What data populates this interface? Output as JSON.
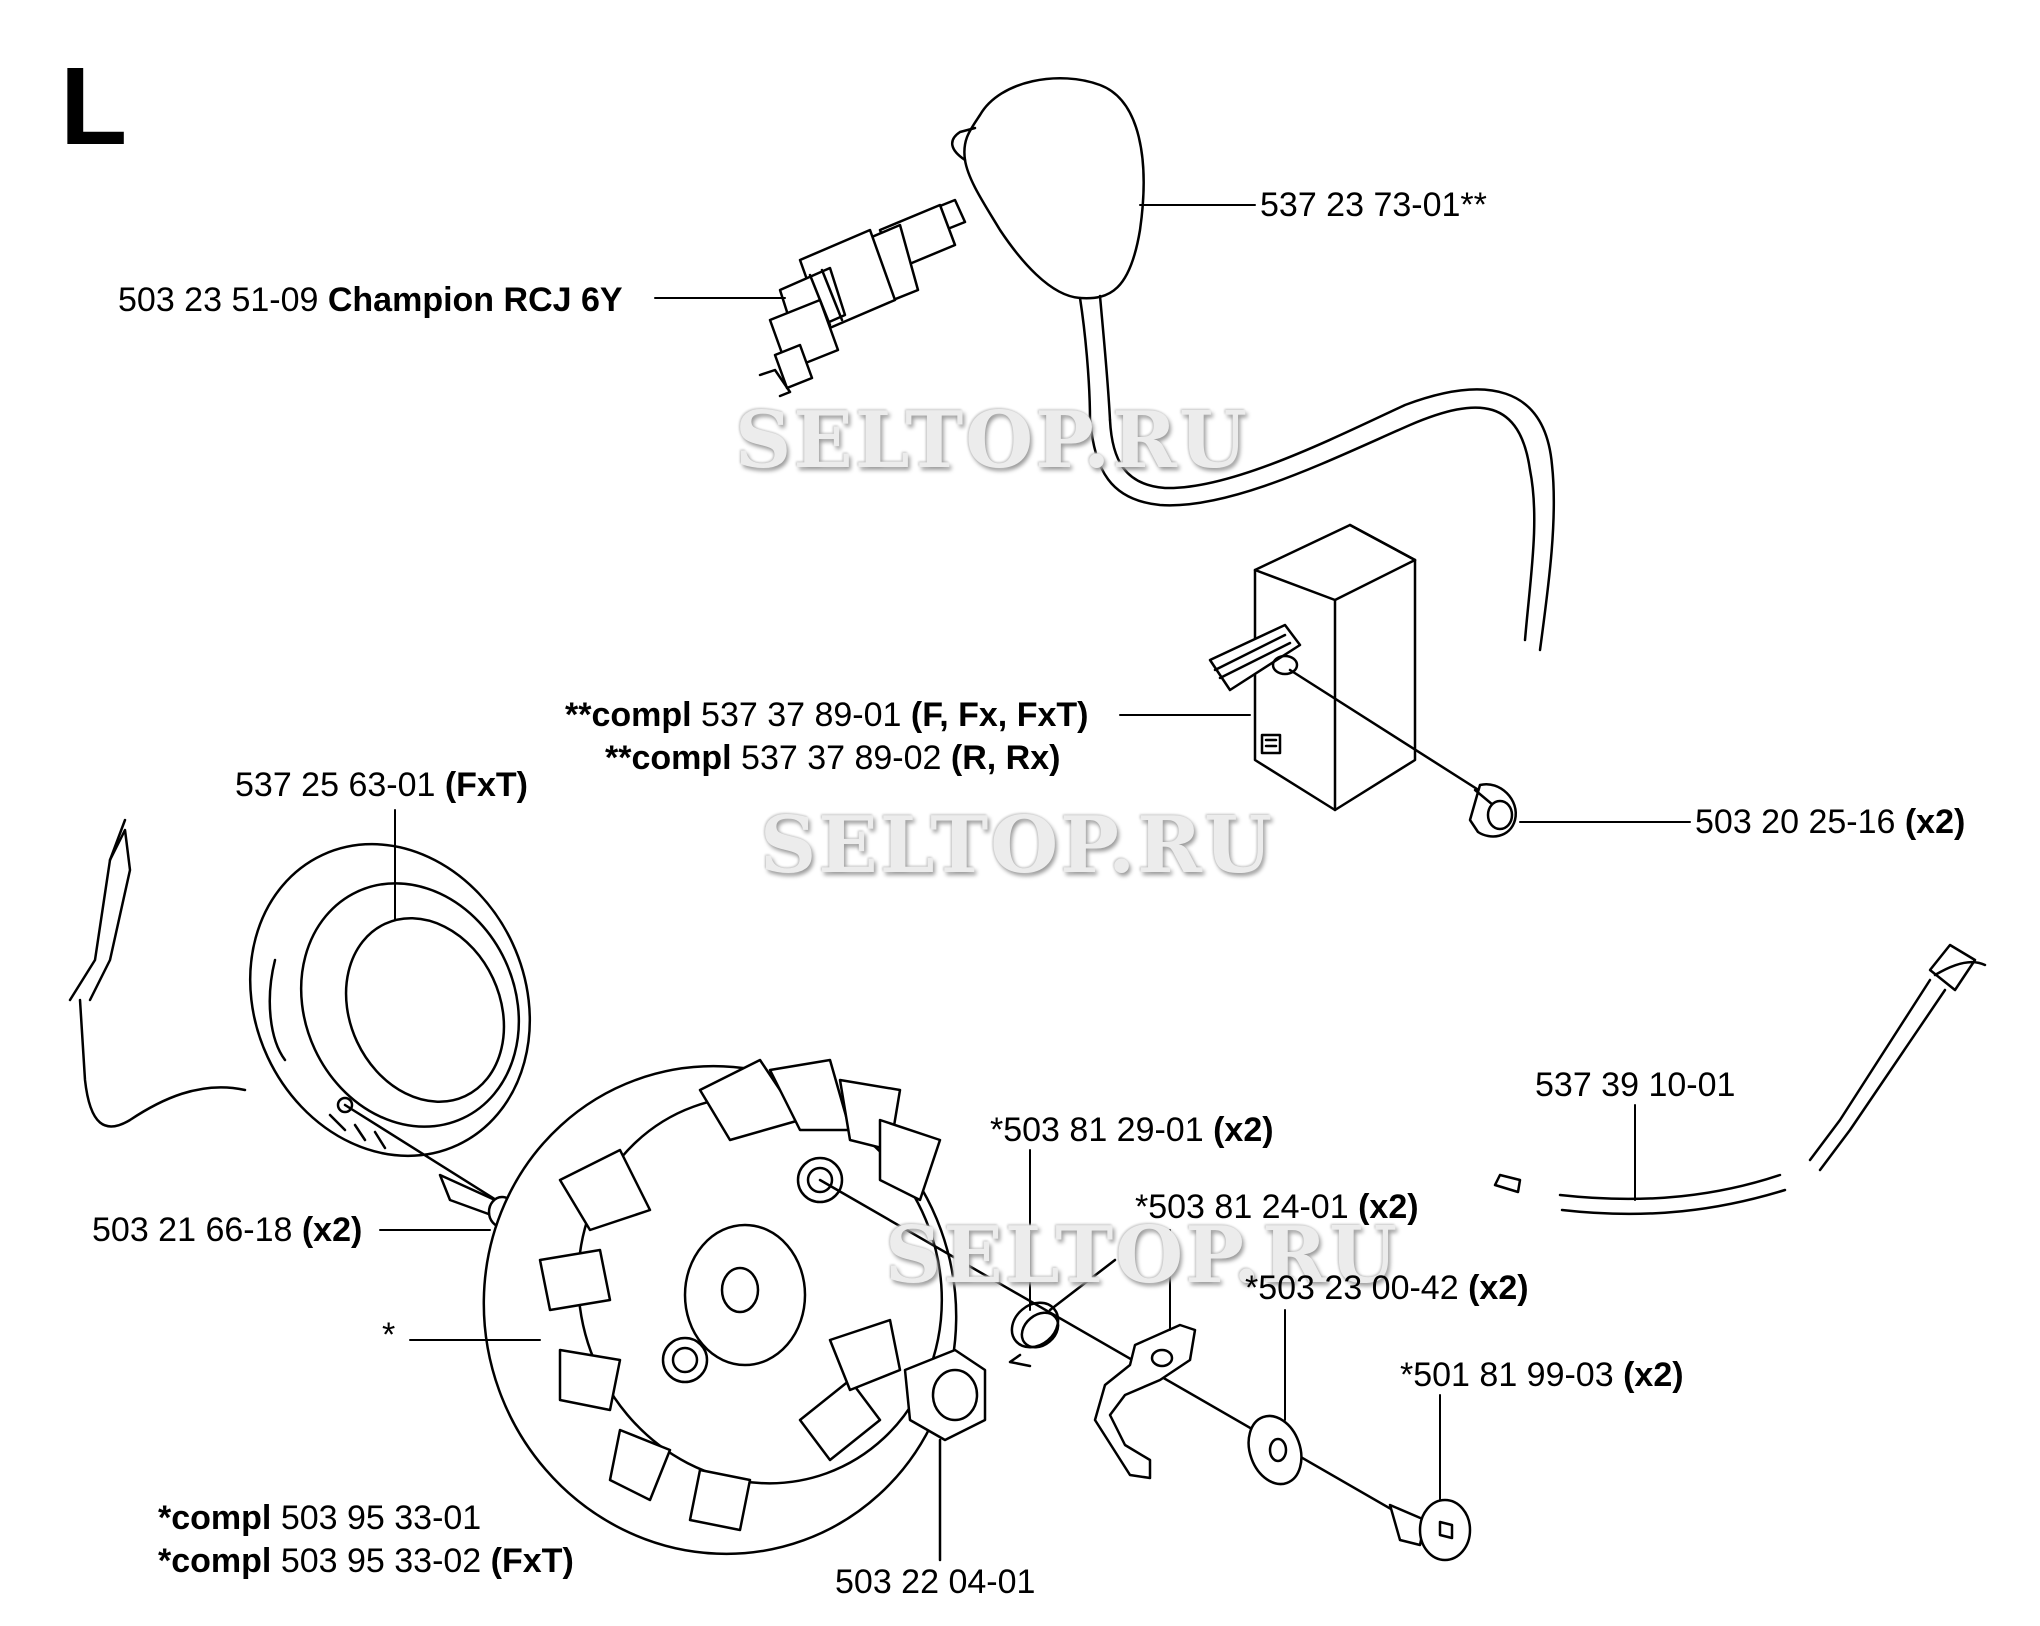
{
  "section_letter": "L",
  "watermark": "SELTOP.RU",
  "labels": {
    "plug_cap": {
      "num": "537 23 73-01**"
    },
    "spark_plug": {
      "num": "503 23 51-09",
      "bold": "Champion RCJ 6Y"
    },
    "module1": {
      "pre": "**compl",
      "num": "537 37 89-01",
      "bold": "(F, Fx, FxT)"
    },
    "module2": {
      "pre": "**compl",
      "num": "537 37 89-02",
      "bold": "(R, Rx)"
    },
    "module_screw": {
      "num": "503 20 25-16",
      "bold": "(x2)"
    },
    "stator": {
      "num": "537 25 63-01",
      "bold": "(FxT)"
    },
    "stator_screw": {
      "num": "503 21 66-18",
      "bold": "(x2)"
    },
    "flywheel": {
      "num": "*"
    },
    "flywheel1": {
      "pre": "*compl",
      "num": "503 95 33-01"
    },
    "flywheel2": {
      "pre": "*compl",
      "num": "503 95 33-02",
      "bold": "(FxT)"
    },
    "nut": {
      "num": "503 22 04-01"
    },
    "spring": {
      "num": "*503 81 29-01",
      "bold": "(x2)"
    },
    "pawl": {
      "num": "*503 81 24-01",
      "bold": "(x2)"
    },
    "washer": {
      "num": "*503 23 00-42",
      "bold": "(x2)"
    },
    "pawl_screw": {
      "num": "*501 81 99-03",
      "bold": "(x2)"
    },
    "wire": {
      "num": "537 39 10-01"
    }
  },
  "colors": {
    "line": "#000000",
    "watermark_face": "#ececec",
    "watermark_shadow": "#9a9a9a"
  }
}
